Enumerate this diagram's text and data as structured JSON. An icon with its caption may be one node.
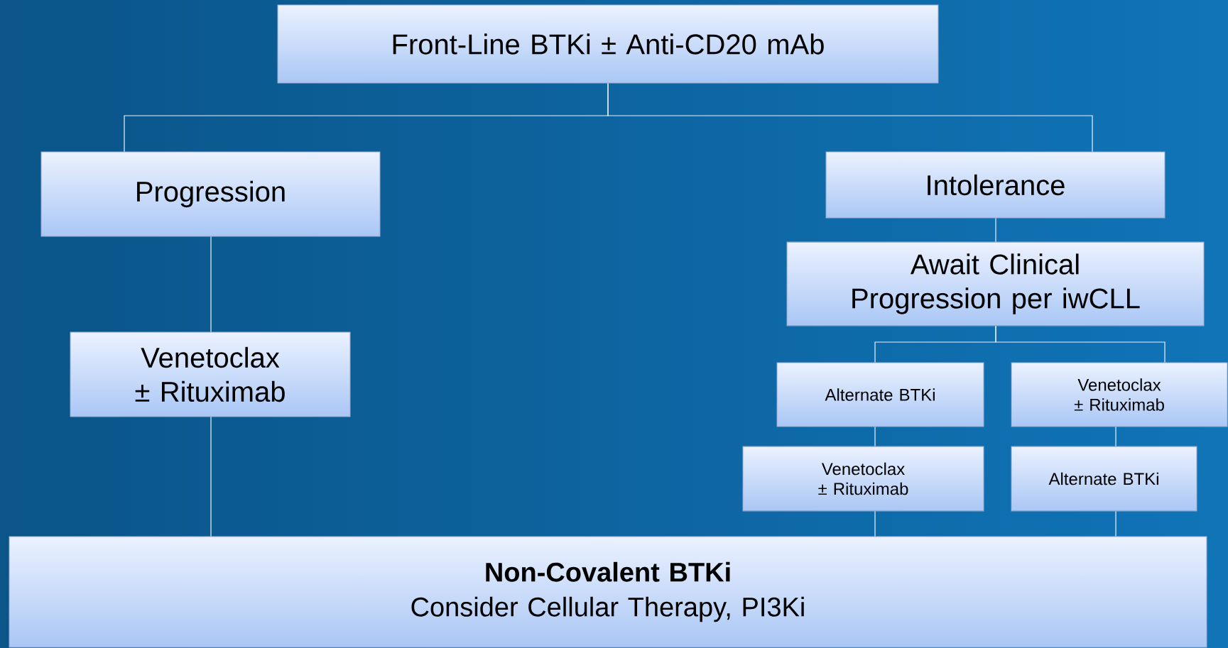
{
  "diagram": {
    "nodes": [
      {
        "text": [
          "Front-Line BTKi ± Anti-CD20 mAb"
        ]
      },
      {
        "text": [
          "Progression"
        ]
      },
      {
        "text": [
          "Intolerance"
        ]
      },
      {
        "text": [
          "Venetoclax ± Rituximab"
        ]
      },
      {
        "text": [
          "Await Clinical Progression per iwCLL"
        ]
      },
      {
        "text": [
          "Alternate BTKi"
        ]
      },
      {
        "text": [
          "Venetoclax ± Rituximab"
        ]
      },
      {
        "text": [
          "Venetoclax ± Rituximab"
        ]
      },
      {
        "text": [
          "Alternate BTKi"
        ]
      },
      {
        "text": [
          "Non-Covalent BTKi",
          "Consider Cellular Therapy, PI3Ki"
        ]
      }
    ],
    "edges": [
      {
        "from": 0,
        "to": 1,
        "arrow": "none"
      },
      {
        "from": 0,
        "to": 2,
        "arrow": "none"
      },
      {
        "from": 1,
        "to": 3,
        "arrow": "none"
      },
      {
        "from": 3,
        "to": 9,
        "arrow": "none"
      },
      {
        "from": 2,
        "to": 4,
        "arrow": "none"
      },
      {
        "from": 4,
        "to": 5,
        "arrow": "none"
      },
      {
        "from": 4,
        "to": 6,
        "arrow": "none"
      },
      {
        "from": 5,
        "to": 7,
        "arrow": "none"
      },
      {
        "from": 6,
        "to": 8,
        "arrow": "none"
      },
      {
        "from": 7,
        "to": 9,
        "arrow": "none"
      },
      {
        "from": 8,
        "to": 9,
        "arrow": "none"
      }
    ]
  }
}
